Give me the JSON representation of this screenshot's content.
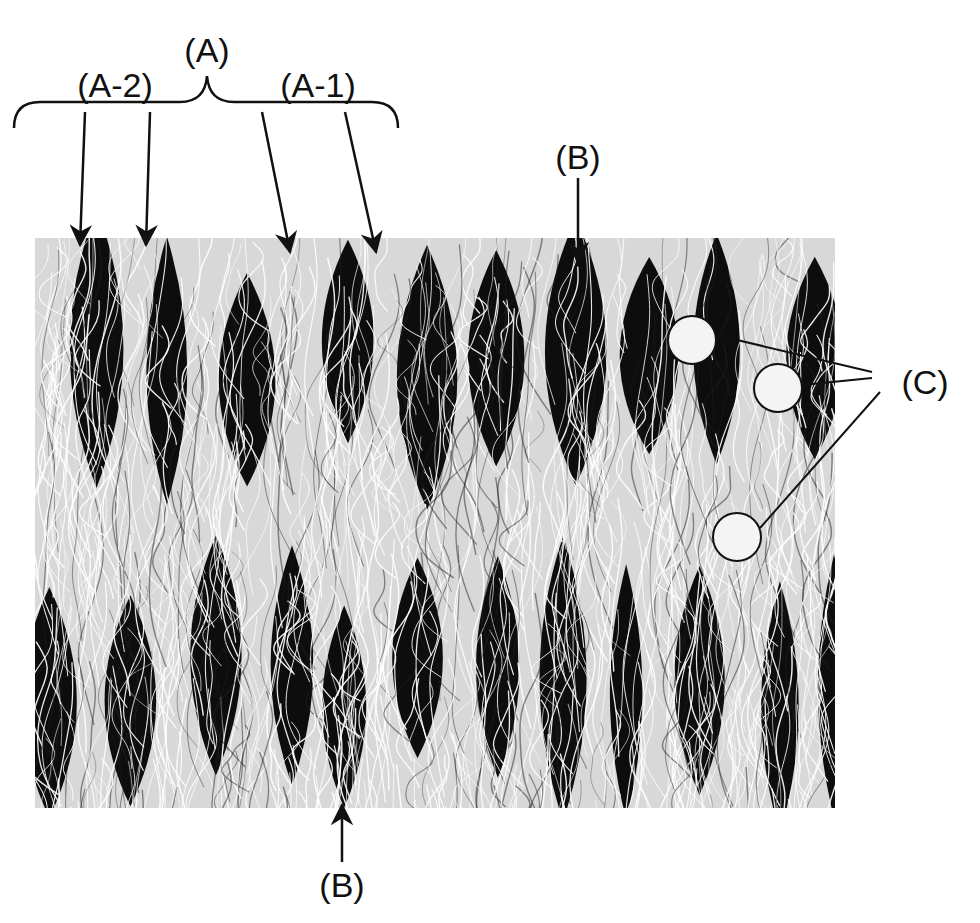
{
  "diagram": {
    "labels": [
      "(A)",
      "(A-2)",
      "(A-1)",
      "(B)",
      "(B)",
      "(C)"
    ]
  }
}
